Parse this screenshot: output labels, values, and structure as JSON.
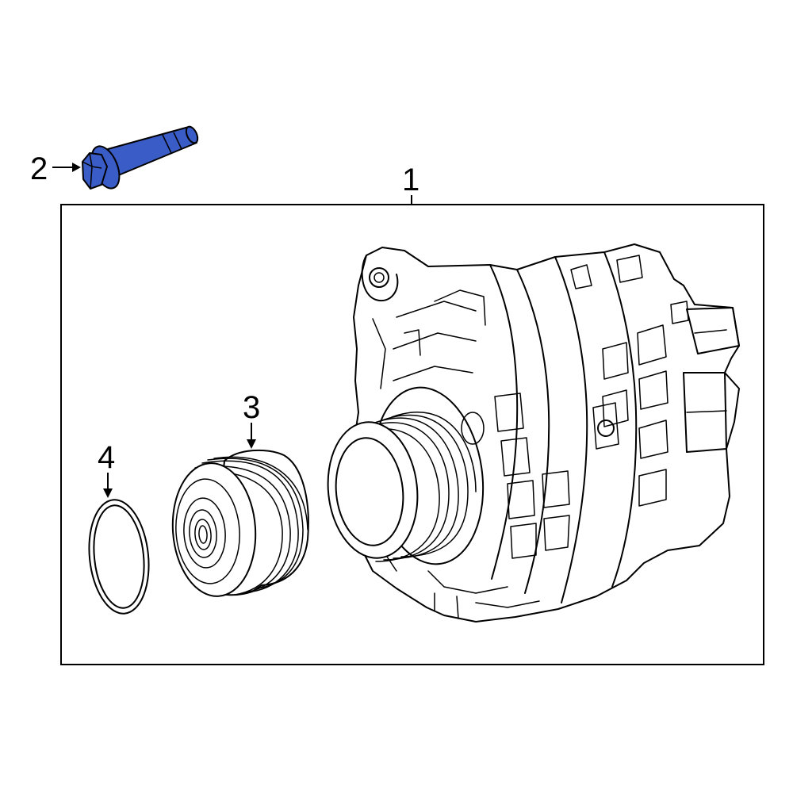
{
  "callouts": {
    "alternator": "1",
    "bolt": "2",
    "pulley": "3",
    "seal_ring": "4"
  },
  "colors": {
    "highlight": "#3a5cc6",
    "line": "#000000",
    "background": "#ffffff"
  }
}
